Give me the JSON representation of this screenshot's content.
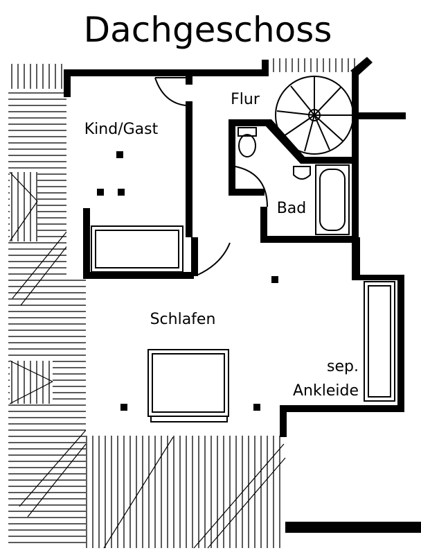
{
  "title": "Dachgeschoss",
  "rooms": {
    "kind_gast": "Kind/Gast",
    "flur": "Flur",
    "bad": "Bad",
    "schlafen": "Schlafen",
    "ankleide_line1": "sep.",
    "ankleide_line2": "Ankleide"
  },
  "colors": {
    "ink": "#000000",
    "paper": "#ffffff"
  }
}
